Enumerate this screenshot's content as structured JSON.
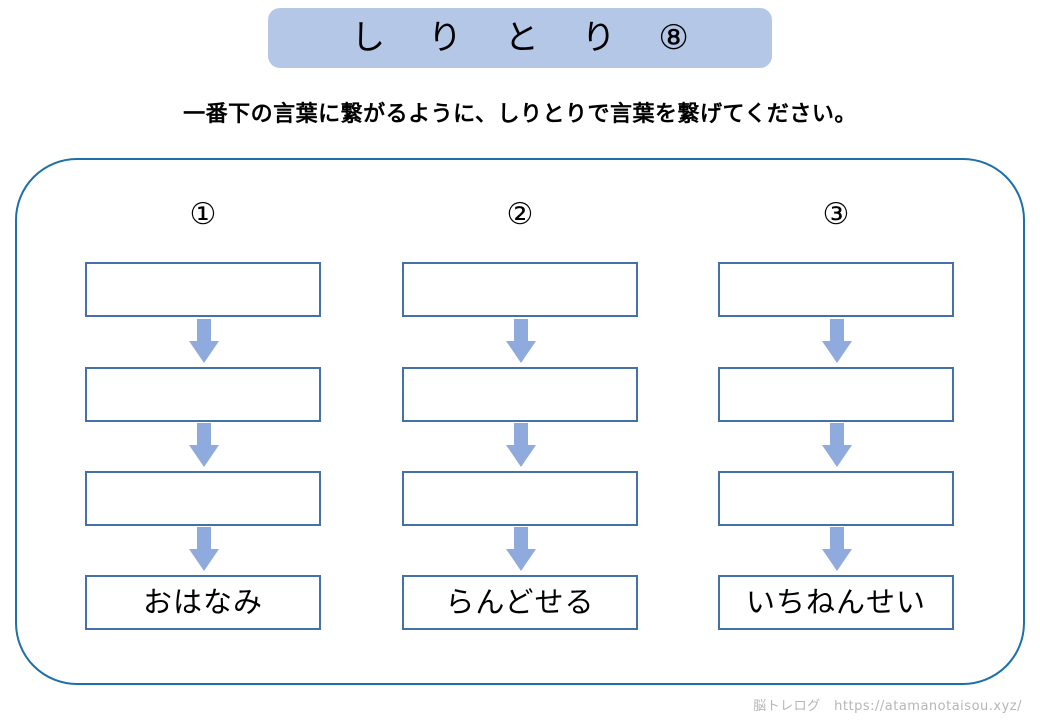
{
  "page": {
    "title": "し り と り ⑧",
    "instruction": "一番下の言葉に繋がるように、しりとりで言葉を繋げてください。",
    "footer": "脳トレログ　https://atamanotaisou.xyz/"
  },
  "colors": {
    "title_background": "#b4c7e7",
    "frame_border": "#1f6fa8",
    "box_border": "#4472a8",
    "arrow_fill": "#8faadc",
    "footer_text": "#b6b6b6",
    "text": "#000000",
    "page_background": "#ffffff"
  },
  "columns": [
    {
      "number": "①",
      "boxes": [
        {
          "text": "",
          "filled": false
        },
        {
          "text": "",
          "filled": false
        },
        {
          "text": "",
          "filled": false
        },
        {
          "text": "おはなみ",
          "filled": true
        }
      ],
      "arrows": [
        "down-arrow",
        "down-arrow",
        "down-arrow"
      ]
    },
    {
      "number": "②",
      "boxes": [
        {
          "text": "",
          "filled": false
        },
        {
          "text": "",
          "filled": false
        },
        {
          "text": "",
          "filled": false
        },
        {
          "text": "らんどせる",
          "filled": true
        }
      ],
      "arrows": [
        "down-arrow",
        "down-arrow",
        "down-arrow"
      ]
    },
    {
      "number": "③",
      "boxes": [
        {
          "text": "",
          "filled": false
        },
        {
          "text": "",
          "filled": false
        },
        {
          "text": "",
          "filled": false
        },
        {
          "text": "いちねんせい",
          "filled": true
        }
      ],
      "arrows": [
        "down-arrow",
        "down-arrow",
        "down-arrow"
      ]
    }
  ]
}
